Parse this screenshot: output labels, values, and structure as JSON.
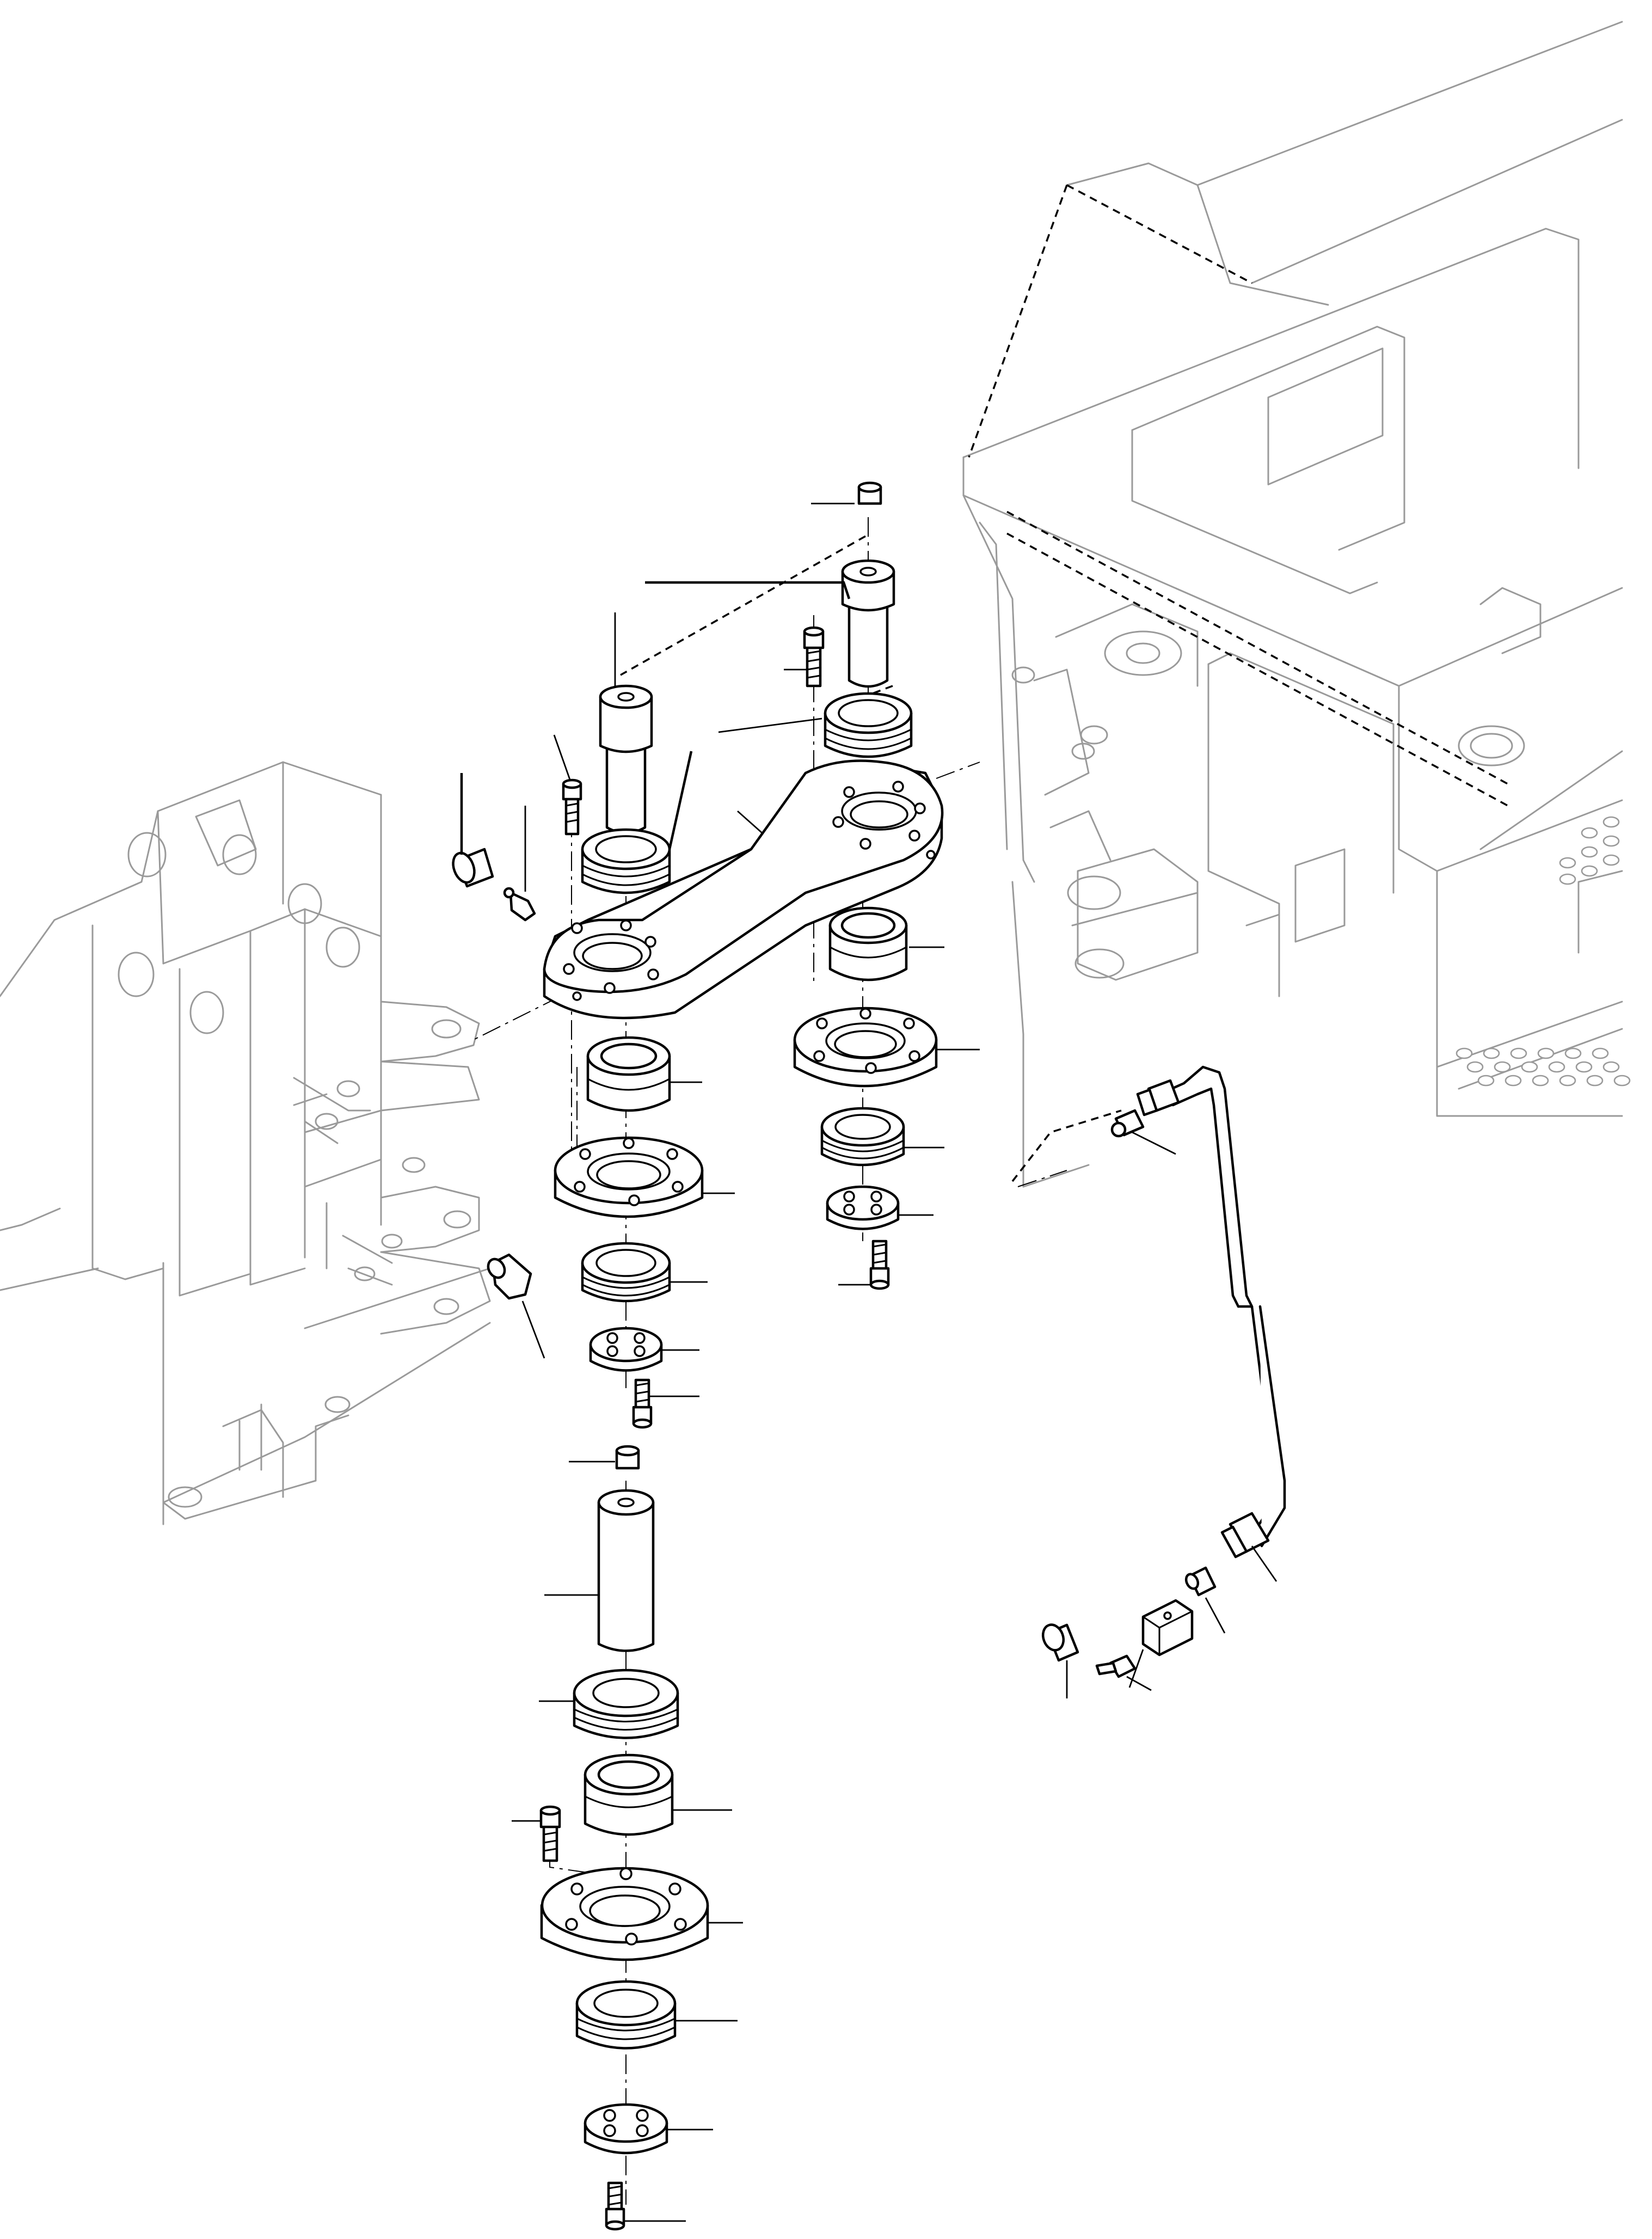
{
  "figure": {
    "kind": "exploded parts diagram",
    "labels": [],
    "callouts": [
      {
        "name": "pin-cap-top-callout"
      },
      {
        "name": "upper-pin-right-callout"
      },
      {
        "name": "upper-pin-left-callout"
      },
      {
        "name": "bolt-top-right-callout"
      },
      {
        "name": "seal-ring-top-right-callout"
      },
      {
        "name": "link-arm-callout"
      },
      {
        "name": "seal-ring-top-left-callout"
      },
      {
        "name": "bolt-top-left-callout"
      },
      {
        "name": "grease-fitting-left-callout"
      },
      {
        "name": "bushing-left-callout"
      },
      {
        "name": "spherical-bearing-right-callout"
      },
      {
        "name": "flange-right-callout"
      },
      {
        "name": "spherical-bearing-left-callout"
      },
      {
        "name": "seal-ring-right-callout"
      },
      {
        "name": "flange-left-callout"
      },
      {
        "name": "cover-plate-right-callout"
      },
      {
        "name": "bolt-right-lower-callout"
      },
      {
        "name": "seal-ring-left-lower-callout"
      },
      {
        "name": "cover-plate-left-callout"
      },
      {
        "name": "bolt-left-lower-callout"
      },
      {
        "name": "grease-fitting-frame-callout"
      },
      {
        "name": "pin-cap-lower-callout"
      },
      {
        "name": "lower-pin-callout"
      },
      {
        "name": "seal-ring-lower-top-callout"
      },
      {
        "name": "spherical-bearing-lower-callout"
      },
      {
        "name": "bolt-lower-callout"
      },
      {
        "name": "flange-lower-callout"
      },
      {
        "name": "seal-ring-lower-bottom-callout"
      },
      {
        "name": "cover-plate-lower-callout"
      },
      {
        "name": "bolt-bottom-callout"
      },
      {
        "name": "hose-callout"
      },
      {
        "name": "hose-adapter-upper-callout"
      },
      {
        "name": "hose-adapter-lower-callout"
      },
      {
        "name": "grease-block-callout"
      },
      {
        "name": "bushing-hose-callout"
      },
      {
        "name": "grease-nipple-hose-callout"
      }
    ]
  },
  "colors": {
    "line": "#000000",
    "ghost_line": "#9a9a9a",
    "background": "#ffffff"
  }
}
